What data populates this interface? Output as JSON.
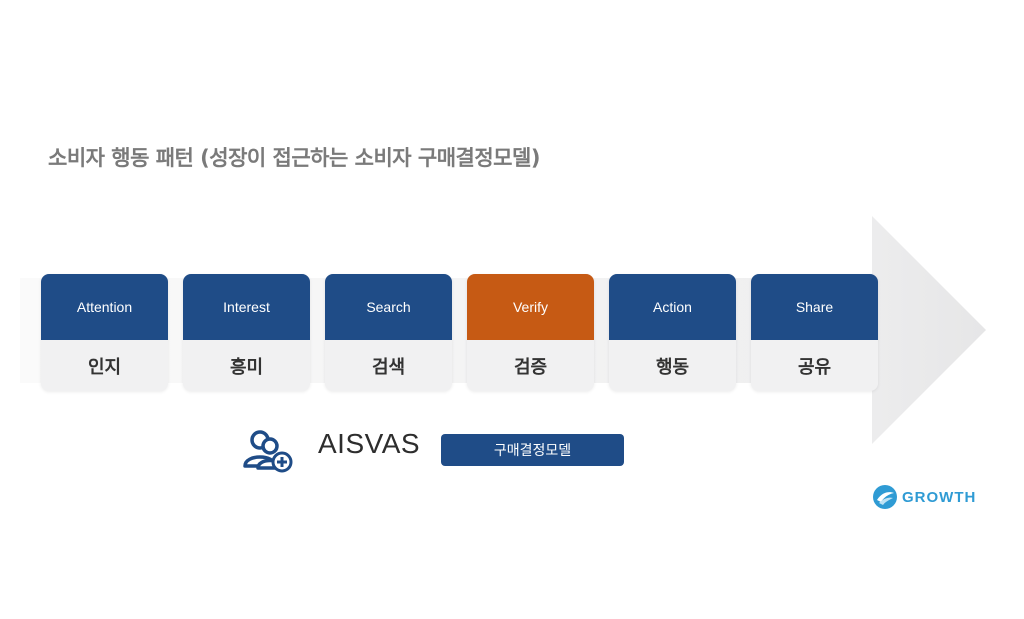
{
  "title": "소비자 행동 패턴 (성장이 접근하는 소비자 구매결정모델)",
  "steps": [
    {
      "en": "Attention",
      "ko": "인지",
      "highlight": false
    },
    {
      "en": "Interest",
      "ko": "흥미",
      "highlight": false
    },
    {
      "en": "Search",
      "ko": "검색",
      "highlight": false
    },
    {
      "en": "Verify",
      "ko": "검증",
      "highlight": true
    },
    {
      "en": "Action",
      "ko": "행동",
      "highlight": false
    },
    {
      "en": "Share",
      "ko": "공유",
      "highlight": false
    }
  ],
  "model": {
    "icon": "users-add-icon",
    "name": "AISVAS",
    "badge": "구매결정모델"
  },
  "brand": {
    "logo": "growth-logo-icon",
    "name": "GROWTH"
  },
  "colors": {
    "primary": "#1f4c87",
    "accent": "#c65a14",
    "arrow": "#ebebec",
    "brand": "#2f9bd4"
  }
}
